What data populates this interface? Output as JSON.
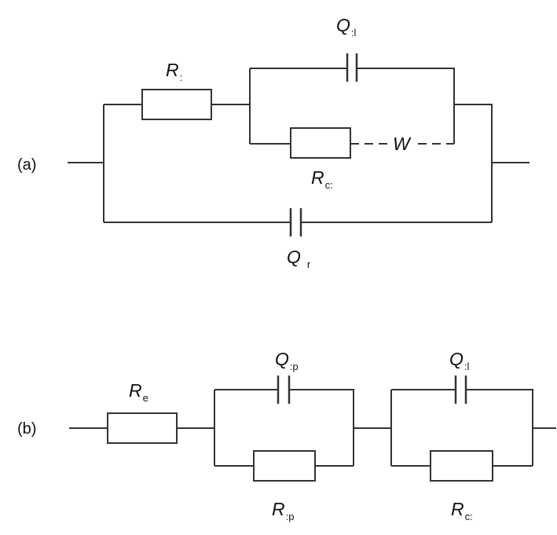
{
  "circuit_a": {
    "tag": "(a)",
    "resistor_1": {
      "main": "R",
      "sub": ":"
    },
    "capacitor_top": {
      "main": "Q",
      "sub": ":l"
    },
    "warburg": "W",
    "resistor_2": {
      "main": "R",
      "sub": "c:"
    },
    "capacitor_bottom": {
      "main": "Q",
      "sub": "r"
    }
  },
  "circuit_b": {
    "tag": "(b)",
    "resistor_series": {
      "main": "R",
      "sub": "e"
    },
    "capacitor_1": {
      "main": "Q",
      "sub": ":p"
    },
    "resistor_1": {
      "main": "R",
      "sub": ":p"
    },
    "capacitor_2": {
      "main": "Q",
      "sub": ":l"
    },
    "resistor_2": {
      "main": "R",
      "sub": "c:"
    }
  }
}
